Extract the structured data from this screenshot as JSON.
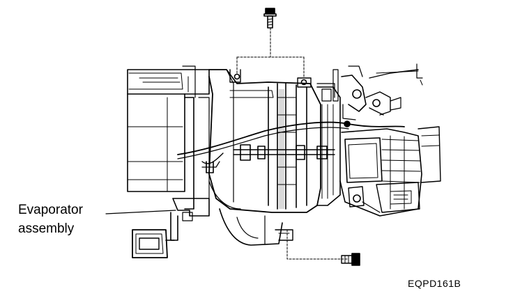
{
  "callout": {
    "line1": "Evaporator",
    "line2": "assembly"
  },
  "figure_code": "EQPD161B",
  "colors": {
    "ink": "#000000",
    "paper": "#ffffff"
  },
  "icons": [
    "bolt-icon",
    "bolt-icon"
  ]
}
